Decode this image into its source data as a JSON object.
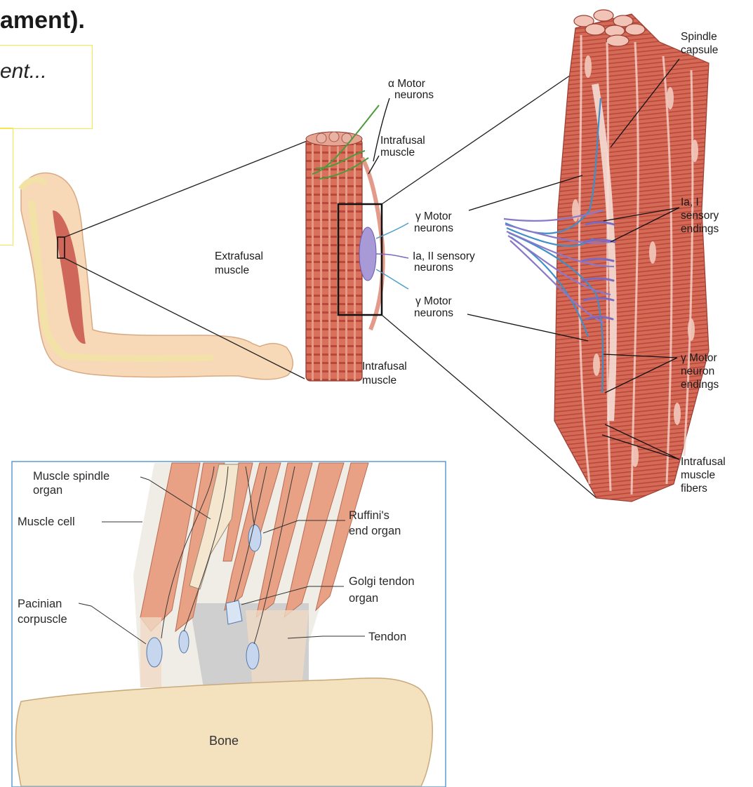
{
  "header": {
    "title": "ament).",
    "subtitle": "ent..."
  },
  "upper_figure": {
    "labels": {
      "alpha_motor": [
        "α Motor",
        "neurons"
      ],
      "intrafusal_top": [
        "Intrafusal",
        "muscle"
      ],
      "extrafusal": [
        "Extrafusal",
        "muscle"
      ],
      "gamma_motor_1": [
        "γ Motor",
        "neurons"
      ],
      "ia_ii_sensory": [
        "Ia, II sensory",
        "neurons"
      ],
      "gamma_motor_2": [
        "γ Motor",
        "neurons"
      ],
      "intrafusal_bottom": [
        "Intrafusal",
        "muscle"
      ],
      "spindle_capsule": [
        "Spindle",
        "capsule"
      ],
      "ia_i_sensory": [
        "Ia, I",
        "sensory",
        "endings"
      ],
      "gamma_endings": [
        "γ Motor",
        "neuron",
        "endings"
      ],
      "intrafusal_fibers": [
        "Intrafusal",
        "muscle",
        "fibers"
      ]
    }
  },
  "lower_figure": {
    "labels": {
      "muscle_spindle": [
        "Muscle spindle",
        "organ"
      ],
      "muscle_cell": "Muscle cell",
      "ruffini": [
        "Ruffini's",
        "end organ"
      ],
      "golgi": [
        "Golgi tendon",
        "organ"
      ],
      "pacinian": [
        "Pacinian",
        "corpuscle"
      ],
      "tendon": "Tendon",
      "bone": "Bone"
    },
    "border_color": "#5b9bd5"
  },
  "colors": {
    "muscle": "#d9725f",
    "muscle_light": "#e9a08f",
    "nerve_blue": "#3f7fc0",
    "nerve_purple": "#8a78c8",
    "skin": "#f7d9b8",
    "bone": "#f1dfb8",
    "highlight_box": "#f2e84a"
  }
}
